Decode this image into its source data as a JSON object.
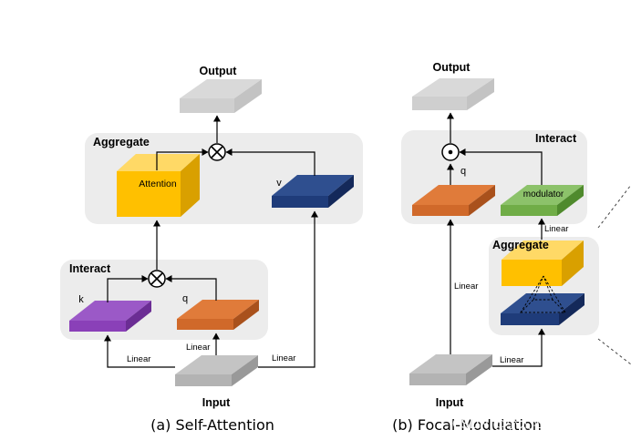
{
  "self_attention": {
    "output_label": "Output",
    "aggregate_label": "Aggregate",
    "attention_label": "Attention",
    "v_label": "v",
    "interact_label": "Interact",
    "k_label": "k",
    "q_label": "q",
    "linear_k": "Linear",
    "linear_q": "Linear",
    "linear_v": "Linear",
    "input_label": "Input",
    "caption": "(a) Self-Attention"
  },
  "focal_modulation": {
    "output_label": "Output",
    "interact_label": "Interact",
    "q_label": "q",
    "modulator_label": "modulator",
    "linear_modulator": "Linear",
    "aggregate_label": "Aggregate",
    "linear_q": "Linear",
    "linear_aggregate": "Linear",
    "input_label": "Input",
    "caption": "(b) Focal-Modulation"
  },
  "watermark": "CSDN @小太阳啊！！",
  "colors": {
    "panel": "#ececec",
    "gray_block": "#b3b3b3",
    "yellow_block": "#ffc000",
    "blue_block": "#1f3c7a",
    "orange_block": "#d0692a",
    "purple_block": "#8a40b8",
    "green_block": "#70ad47"
  }
}
